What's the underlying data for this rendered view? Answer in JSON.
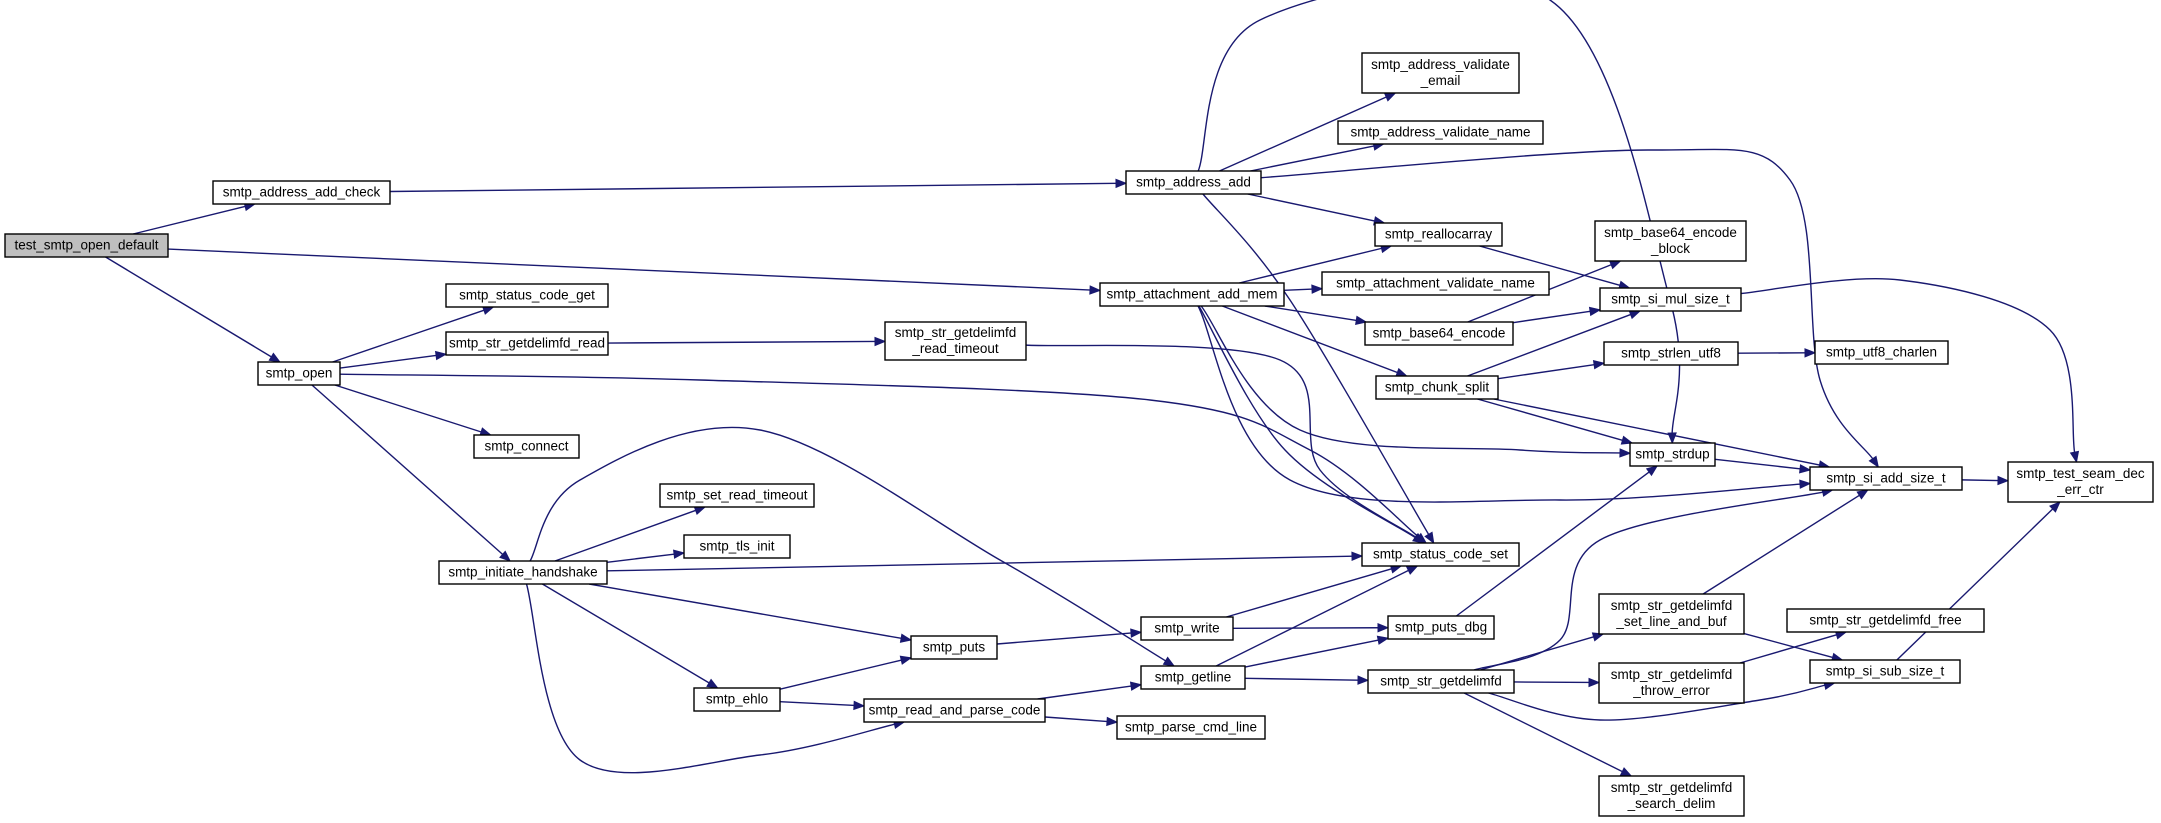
{
  "graph": {
    "title": "",
    "colors": {
      "edge": "#191970",
      "node_border": "#000000",
      "root_fill": "#bfbfbf",
      "node_fill": "#ffffff"
    },
    "nodes": [
      {
        "id": "test_smtp_open_default",
        "lines": [
          "test_smtp_open_default"
        ],
        "root": true
      },
      {
        "id": "smtp_address_add_check",
        "lines": [
          "smtp_address_add_check"
        ]
      },
      {
        "id": "smtp_open",
        "lines": [
          "smtp_open"
        ]
      },
      {
        "id": "smtp_status_code_get",
        "lines": [
          "smtp_status_code_get"
        ]
      },
      {
        "id": "smtp_str_getdelimfd_read",
        "lines": [
          "smtp_str_getdelimfd_read"
        ]
      },
      {
        "id": "smtp_connect",
        "lines": [
          "smtp_connect"
        ]
      },
      {
        "id": "smtp_initiate_handshake",
        "lines": [
          "smtp_initiate_handshake"
        ]
      },
      {
        "id": "smtp_set_read_timeout",
        "lines": [
          "smtp_set_read_timeout"
        ]
      },
      {
        "id": "smtp_tls_init",
        "lines": [
          "smtp_tls_init"
        ]
      },
      {
        "id": "smtp_puts",
        "lines": [
          "smtp_puts"
        ]
      },
      {
        "id": "smtp_ehlo",
        "lines": [
          "smtp_ehlo"
        ]
      },
      {
        "id": "smtp_read_and_parse_code",
        "lines": [
          "smtp_read_and_parse_code"
        ]
      },
      {
        "id": "smtp_str_getdelimfd_read_timeout",
        "lines": [
          "smtp_str_getdelimfd",
          "_read_timeout"
        ]
      },
      {
        "id": "smtp_write",
        "lines": [
          "smtp_write"
        ]
      },
      {
        "id": "smtp_getline",
        "lines": [
          "smtp_getline"
        ]
      },
      {
        "id": "smtp_parse_cmd_line",
        "lines": [
          "smtp_parse_cmd_line"
        ]
      },
      {
        "id": "smtp_address_add",
        "lines": [
          "smtp_address_add"
        ]
      },
      {
        "id": "smtp_attachment_add_mem",
        "lines": [
          "smtp_attachment_add_mem"
        ]
      },
      {
        "id": "smtp_address_validate_email",
        "lines": [
          "smtp_address_validate",
          "_email"
        ]
      },
      {
        "id": "smtp_address_validate_name",
        "lines": [
          "smtp_address_validate_name"
        ]
      },
      {
        "id": "smtp_reallocarray",
        "lines": [
          "smtp_reallocarray"
        ]
      },
      {
        "id": "smtp_attachment_validate_name",
        "lines": [
          "smtp_attachment_validate_name"
        ]
      },
      {
        "id": "smtp_base64_encode",
        "lines": [
          "smtp_base64_encode"
        ]
      },
      {
        "id": "smtp_chunk_split",
        "lines": [
          "smtp_chunk_split"
        ]
      },
      {
        "id": "smtp_status_code_set",
        "lines": [
          "smtp_status_code_set"
        ]
      },
      {
        "id": "smtp_puts_dbg",
        "lines": [
          "smtp_puts_dbg"
        ]
      },
      {
        "id": "smtp_str_getdelimfd",
        "lines": [
          "smtp_str_getdelimfd"
        ]
      },
      {
        "id": "smtp_base64_encode_block",
        "lines": [
          "smtp_base64_encode",
          "_block"
        ]
      },
      {
        "id": "smtp_si_mul_size_t",
        "lines": [
          "smtp_si_mul_size_t"
        ]
      },
      {
        "id": "smtp_strlen_utf8",
        "lines": [
          "smtp_strlen_utf8"
        ]
      },
      {
        "id": "smtp_strdup",
        "lines": [
          "smtp_strdup"
        ]
      },
      {
        "id": "smtp_str_getdelimfd_set_line_and_buf",
        "lines": [
          "smtp_str_getdelimfd",
          "_set_line_and_buf"
        ]
      },
      {
        "id": "smtp_str_getdelimfd_throw_error",
        "lines": [
          "smtp_str_getdelimfd",
          "_throw_error"
        ]
      },
      {
        "id": "smtp_str_getdelimfd_search_delim",
        "lines": [
          "smtp_str_getdelimfd",
          "_search_delim"
        ]
      },
      {
        "id": "smtp_utf8_charlen",
        "lines": [
          "smtp_utf8_charlen"
        ]
      },
      {
        "id": "smtp_si_add_size_t",
        "lines": [
          "smtp_si_add_size_t"
        ]
      },
      {
        "id": "smtp_str_getdelimfd_free",
        "lines": [
          "smtp_str_getdelimfd_free"
        ]
      },
      {
        "id": "smtp_si_sub_size_t",
        "lines": [
          "smtp_si_sub_size_t"
        ]
      },
      {
        "id": "smtp_test_seam_dec_err_ctr",
        "lines": [
          "smtp_test_seam_dec",
          "_err_ctr"
        ]
      }
    ],
    "edges": [
      [
        "test_smtp_open_default",
        "smtp_address_add_check"
      ],
      [
        "test_smtp_open_default",
        "smtp_attachment_add_mem"
      ],
      [
        "test_smtp_open_default",
        "smtp_open"
      ],
      [
        "smtp_address_add_check",
        "smtp_address_add"
      ],
      [
        "smtp_open",
        "smtp_status_code_get"
      ],
      [
        "smtp_open",
        "smtp_str_getdelimfd_read"
      ],
      [
        "smtp_open",
        "smtp_connect"
      ],
      [
        "smtp_open",
        "smtp_initiate_handshake"
      ],
      [
        "smtp_open",
        "smtp_status_code_set"
      ],
      [
        "smtp_str_getdelimfd_read",
        "smtp_str_getdelimfd_read_timeout"
      ],
      [
        "smtp_str_getdelimfd_read_timeout",
        "smtp_status_code_set"
      ],
      [
        "smtp_initiate_handshake",
        "smtp_set_read_timeout"
      ],
      [
        "smtp_initiate_handshake",
        "smtp_tls_init"
      ],
      [
        "smtp_initiate_handshake",
        "smtp_status_code_set"
      ],
      [
        "smtp_initiate_handshake",
        "smtp_puts"
      ],
      [
        "smtp_initiate_handshake",
        "smtp_ehlo"
      ],
      [
        "smtp_initiate_handshake",
        "smtp_read_and_parse_code"
      ],
      [
        "smtp_initiate_handshake",
        "smtp_getline"
      ],
      [
        "smtp_ehlo",
        "smtp_puts"
      ],
      [
        "smtp_ehlo",
        "smtp_read_and_parse_code"
      ],
      [
        "smtp_puts",
        "smtp_write"
      ],
      [
        "smtp_read_and_parse_code",
        "smtp_getline"
      ],
      [
        "smtp_read_and_parse_code",
        "smtp_parse_cmd_line"
      ],
      [
        "smtp_write",
        "smtp_status_code_set"
      ],
      [
        "smtp_write",
        "smtp_puts_dbg"
      ],
      [
        "smtp_getline",
        "smtp_status_code_set"
      ],
      [
        "smtp_getline",
        "smtp_puts_dbg"
      ],
      [
        "smtp_getline",
        "smtp_str_getdelimfd"
      ],
      [
        "smtp_puts_dbg",
        "smtp_strdup"
      ],
      [
        "smtp_address_add",
        "smtp_address_validate_email"
      ],
      [
        "smtp_address_add",
        "smtp_address_validate_name"
      ],
      [
        "smtp_address_add",
        "smtp_reallocarray"
      ],
      [
        "smtp_address_add",
        "smtp_strdup"
      ],
      [
        "smtp_address_add",
        "smtp_si_add_size_t"
      ],
      [
        "smtp_address_add",
        "smtp_status_code_set"
      ],
      [
        "smtp_attachment_add_mem",
        "smtp_reallocarray"
      ],
      [
        "smtp_attachment_add_mem",
        "smtp_attachment_validate_name"
      ],
      [
        "smtp_attachment_add_mem",
        "smtp_base64_encode"
      ],
      [
        "smtp_attachment_add_mem",
        "smtp_chunk_split"
      ],
      [
        "smtp_attachment_add_mem",
        "smtp_strdup"
      ],
      [
        "smtp_attachment_add_mem",
        "smtp_si_add_size_t"
      ],
      [
        "smtp_attachment_add_mem",
        "smtp_status_code_set"
      ],
      [
        "smtp_reallocarray",
        "smtp_si_mul_size_t"
      ],
      [
        "smtp_base64_encode",
        "smtp_base64_encode_block"
      ],
      [
        "smtp_base64_encode",
        "smtp_si_mul_size_t"
      ],
      [
        "smtp_chunk_split",
        "smtp_si_mul_size_t"
      ],
      [
        "smtp_chunk_split",
        "smtp_strlen_utf8"
      ],
      [
        "smtp_chunk_split",
        "smtp_strdup"
      ],
      [
        "smtp_chunk_split",
        "smtp_si_add_size_t"
      ],
      [
        "smtp_strlen_utf8",
        "smtp_utf8_charlen"
      ],
      [
        "smtp_strdup",
        "smtp_si_add_size_t"
      ],
      [
        "smtp_si_mul_size_t",
        "smtp_test_seam_dec_err_ctr"
      ],
      [
        "smtp_si_add_size_t",
        "smtp_test_seam_dec_err_ctr"
      ],
      [
        "smtp_si_sub_size_t",
        "smtp_test_seam_dec_err_ctr"
      ],
      [
        "smtp_str_getdelimfd",
        "smtp_str_getdelimfd_set_line_and_buf"
      ],
      [
        "smtp_str_getdelimfd",
        "smtp_str_getdelimfd_throw_error"
      ],
      [
        "smtp_str_getdelimfd",
        "smtp_str_getdelimfd_search_delim"
      ],
      [
        "smtp_str_getdelimfd",
        "smtp_si_add_size_t"
      ],
      [
        "smtp_str_getdelimfd",
        "smtp_si_sub_size_t"
      ],
      [
        "smtp_str_getdelimfd_set_line_and_buf",
        "smtp_si_add_size_t"
      ],
      [
        "smtp_str_getdelimfd_set_line_and_buf",
        "smtp_si_sub_size_t"
      ],
      [
        "smtp_str_getdelimfd_throw_error",
        "smtp_str_getdelimfd_free"
      ]
    ]
  }
}
